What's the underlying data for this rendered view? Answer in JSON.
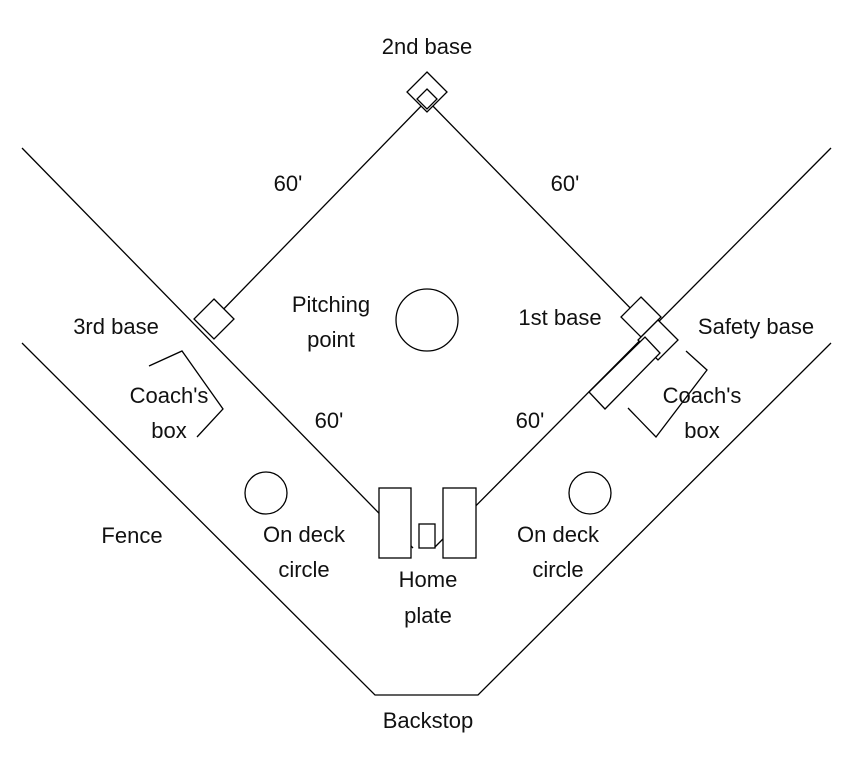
{
  "labels": {
    "second_base": "2nd base",
    "dist_upper_left": "60'",
    "dist_upper_right": "60'",
    "dist_lower_left": "60'",
    "dist_lower_right": "60'",
    "third_base": "3rd base",
    "pitching_point_line1": "Pitching",
    "pitching_point_line2": "point",
    "first_base": "1st base",
    "safety_base": "Safety base",
    "coach_box_left_line1": "Coach's",
    "coach_box_left_line2": "box",
    "coach_box_right_line1": "Coach's",
    "coach_box_right_line2": "box",
    "fence": "Fence",
    "on_deck_left_line1": "On deck",
    "on_deck_left_line2": "circle",
    "on_deck_right_line1": "On deck",
    "on_deck_right_line2": "circle",
    "home_plate_line1": "Home",
    "home_plate_line2": "plate",
    "backstop": "Backstop"
  }
}
